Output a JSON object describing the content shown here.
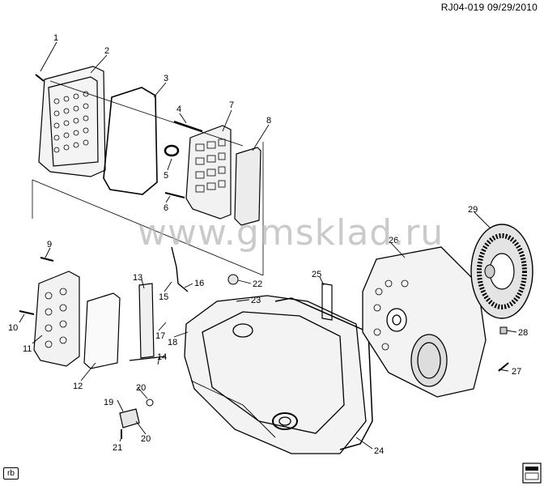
{
  "header": {
    "code": "RJ04-019",
    "date": "09/29/2010"
  },
  "footer": {
    "badge": "rb"
  },
  "watermark": {
    "text": "www.gmsklad.ru"
  },
  "callouts": [
    {
      "id": "c1",
      "label": "1"
    },
    {
      "id": "c2",
      "label": "2"
    },
    {
      "id": "c3",
      "label": "3"
    },
    {
      "id": "c4",
      "label": "4"
    },
    {
      "id": "c5",
      "label": "5"
    },
    {
      "id": "c6",
      "label": "6"
    },
    {
      "id": "c7",
      "label": "7"
    },
    {
      "id": "c8",
      "label": "8"
    },
    {
      "id": "c9",
      "label": "9"
    },
    {
      "id": "c10",
      "label": "10"
    },
    {
      "id": "c11",
      "label": "11"
    },
    {
      "id": "c12",
      "label": "12"
    },
    {
      "id": "c13",
      "label": "13"
    },
    {
      "id": "c14",
      "label": "14"
    },
    {
      "id": "c15",
      "label": "15"
    },
    {
      "id": "c16",
      "label": "16"
    },
    {
      "id": "c17",
      "label": "17"
    },
    {
      "id": "c18",
      "label": "18"
    },
    {
      "id": "c19",
      "label": "19"
    },
    {
      "id": "c20a",
      "label": "20"
    },
    {
      "id": "c20b",
      "label": "20"
    },
    {
      "id": "c21",
      "label": "21"
    },
    {
      "id": "c22",
      "label": "22"
    },
    {
      "id": "c23",
      "label": "23"
    },
    {
      "id": "c24",
      "label": "24"
    },
    {
      "id": "c25",
      "label": "25"
    },
    {
      "id": "c26",
      "label": "26"
    },
    {
      "id": "c27",
      "label": "27"
    },
    {
      "id": "c28",
      "label": "28"
    },
    {
      "id": "c29",
      "label": "29"
    }
  ]
}
